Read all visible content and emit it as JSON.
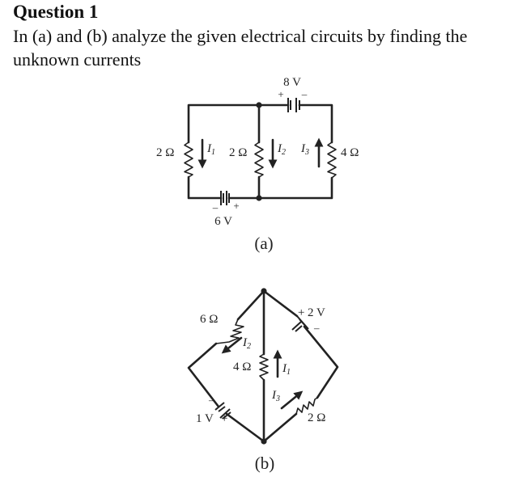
{
  "question": {
    "title": "Question 1",
    "prompt": "In (a) and (b) analyze the given electrical circuits by finding the unknown currents"
  },
  "circuit_a": {
    "caption": "(a)",
    "battery_top": {
      "value": "8 V",
      "plus": "+",
      "minus": "–"
    },
    "battery_bottom": {
      "value": "6 V",
      "plus": "+",
      "minus": "–"
    },
    "resistor_left": "2 Ω",
    "resistor_middle": "2 Ω",
    "resistor_right": "4 Ω",
    "current_1": "I",
    "current_1_sub": "1",
    "current_2": "I",
    "current_2_sub": "2",
    "current_3": "I",
    "current_3_sub": "3"
  },
  "circuit_b": {
    "caption": "(b)",
    "resistor_top_left": "6 Ω",
    "resistor_center": "4 Ω",
    "resistor_bottom_right": "2 Ω",
    "battery_top_right": {
      "value": "2 V",
      "plus": "+",
      "minus": "–"
    },
    "battery_bottom_left": {
      "value": "1 V",
      "plus": "+",
      "minus": "–"
    },
    "current_1": "I",
    "current_1_sub": "1",
    "current_2": "I",
    "current_2_sub": "2",
    "current_3": "I",
    "current_3_sub": "3"
  }
}
